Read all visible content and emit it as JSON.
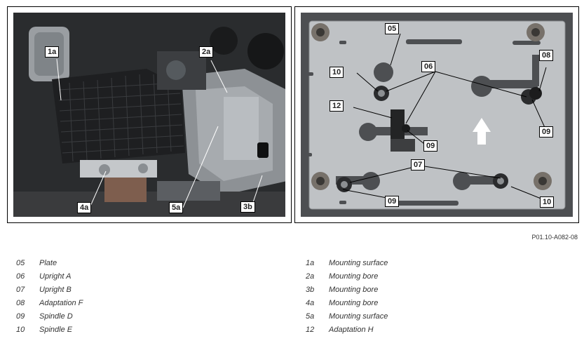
{
  "figure_code": "P01.10-A082-08",
  "left_photo_callouts": [
    "1a",
    "2a",
    "3b",
    "4a",
    "5a"
  ],
  "right_photo_callouts": [
    "05",
    "06",
    "07",
    "08",
    "09",
    "09",
    "10",
    "10",
    "12"
  ],
  "legend_left": [
    {
      "num": "05",
      "label": "Plate"
    },
    {
      "num": "06",
      "label": "Upright A"
    },
    {
      "num": "07",
      "label": "Upright B"
    },
    {
      "num": "08",
      "label": "Adaptation F"
    },
    {
      "num": "09",
      "label": "Spindle D"
    },
    {
      "num": "10",
      "label": "Spindle E"
    }
  ],
  "legend_right": [
    {
      "num": "1a",
      "label": "Mounting surface"
    },
    {
      "num": "2a",
      "label": "Mounting bore"
    },
    {
      "num": "3b",
      "label": "Mounting bore"
    },
    {
      "num": "4a",
      "label": "Mounting bore"
    },
    {
      "num": "5a",
      "label": "Mounting surface"
    },
    {
      "num": "12",
      "label": "Adaptation H"
    }
  ]
}
